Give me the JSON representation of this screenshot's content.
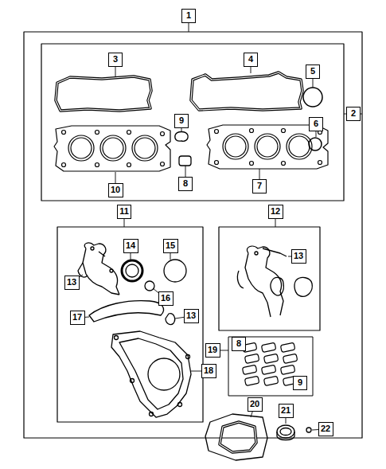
{
  "diagram": {
    "labels": [
      "1",
      "3",
      "4",
      "5",
      "2",
      "9",
      "6",
      "10",
      "8",
      "7",
      "11",
      "12",
      "14",
      "15",
      "13",
      "13",
      "16",
      "17",
      "13",
      "19",
      "8",
      "18",
      "9",
      "20",
      "21",
      "22"
    ]
  }
}
